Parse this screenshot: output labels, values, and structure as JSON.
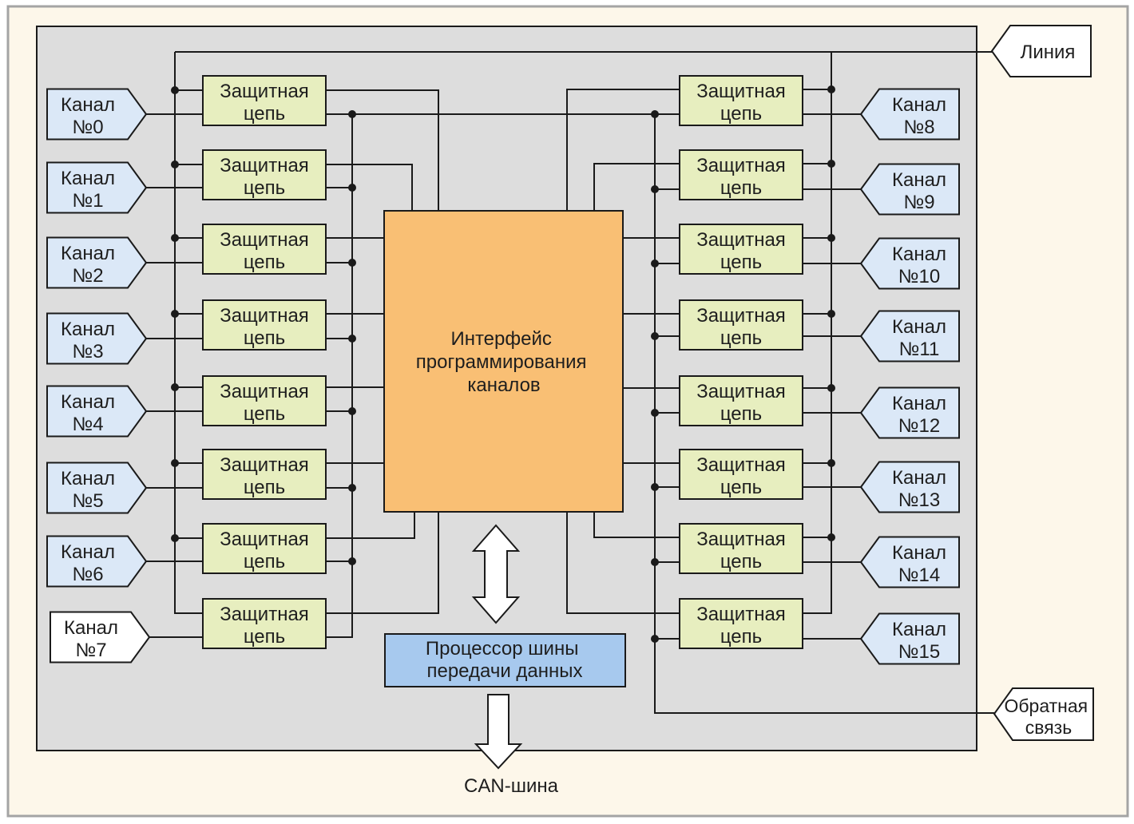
{
  "diagram": {
    "left_channels": [
      {
        "line1": "Канал",
        "line2": "№0",
        "fill": "#dbe8f7"
      },
      {
        "line1": "Канал",
        "line2": "№1",
        "fill": "#dbe8f7"
      },
      {
        "line1": "Канал",
        "line2": "№2",
        "fill": "#dbe8f7"
      },
      {
        "line1": "Канал",
        "line2": "№3",
        "fill": "#dbe8f7"
      },
      {
        "line1": "Канал",
        "line2": "№4",
        "fill": "#dbe8f7"
      },
      {
        "line1": "Канал",
        "line2": "№5",
        "fill": "#dbe8f7"
      },
      {
        "line1": "Канал",
        "line2": "№6",
        "fill": "#dbe8f7"
      },
      {
        "line1": "Канал",
        "line2": "№7",
        "fill": "#ffffff"
      }
    ],
    "right_channels": [
      {
        "line1": "Канал",
        "line2": "№8",
        "fill": "#dbe8f7"
      },
      {
        "line1": "Канал",
        "line2": "№9",
        "fill": "#dbe8f7"
      },
      {
        "line1": "Канал",
        "line2": "№10",
        "fill": "#dbe8f7"
      },
      {
        "line1": "Канал",
        "line2": "№11",
        "fill": "#dbe8f7"
      },
      {
        "line1": "Канал",
        "line2": "№12",
        "fill": "#dbe8f7"
      },
      {
        "line1": "Канал",
        "line2": "№13",
        "fill": "#dbe8f7"
      },
      {
        "line1": "Канал",
        "line2": "№14",
        "fill": "#dbe8f7"
      },
      {
        "line1": "Канал",
        "line2": "№15",
        "fill": "#dbe8f7"
      }
    ],
    "left_circuits": [
      {
        "line1": "Защитная",
        "line2": "цепь"
      },
      {
        "line1": "Защитная",
        "line2": "цепь"
      },
      {
        "line1": "Защитная",
        "line2": "цепь"
      },
      {
        "line1": "Защитная",
        "line2": "цепь"
      },
      {
        "line1": "Защитная",
        "line2": "цепь"
      },
      {
        "line1": "Защитная",
        "line2": "цепь"
      },
      {
        "line1": "Защитная",
        "line2": "цепь"
      },
      {
        "line1": "Защитная",
        "line2": "цепь"
      }
    ],
    "right_circuits": [
      {
        "line1": "Защитная",
        "line2": "цепь"
      },
      {
        "line1": "Защитная",
        "line2": "цепь"
      },
      {
        "line1": "Защитная",
        "line2": "цепь"
      },
      {
        "line1": "Защитная",
        "line2": "цепь"
      },
      {
        "line1": "Защитная",
        "line2": "цепь"
      },
      {
        "line1": "Защитная",
        "line2": "цепь"
      },
      {
        "line1": "Защитная",
        "line2": "цепь"
      },
      {
        "line1": "Защитная",
        "line2": "цепь"
      }
    ],
    "interface_block": {
      "line1": "Интерфейс",
      "line2": "программирования",
      "line3": "каналов"
    },
    "processor_block": {
      "line1": "Процессор шины",
      "line2": "передачи данных"
    },
    "line_terminal": {
      "label": "Линия"
    },
    "feedback_terminal": {
      "line1": "Обратная",
      "line2": "связь"
    },
    "can_bus": {
      "label": "CAN-шина"
    }
  },
  "colors": {
    "page_background": "#fdf7ea",
    "panel_fill": "#dddddd",
    "circuit_fill": "#e7eebf",
    "interface_fill": "#f9bf74",
    "processor_fill": "#a7c9ee",
    "terminal_fill": "#ffffff",
    "arrow_fill": "#ffffff"
  }
}
